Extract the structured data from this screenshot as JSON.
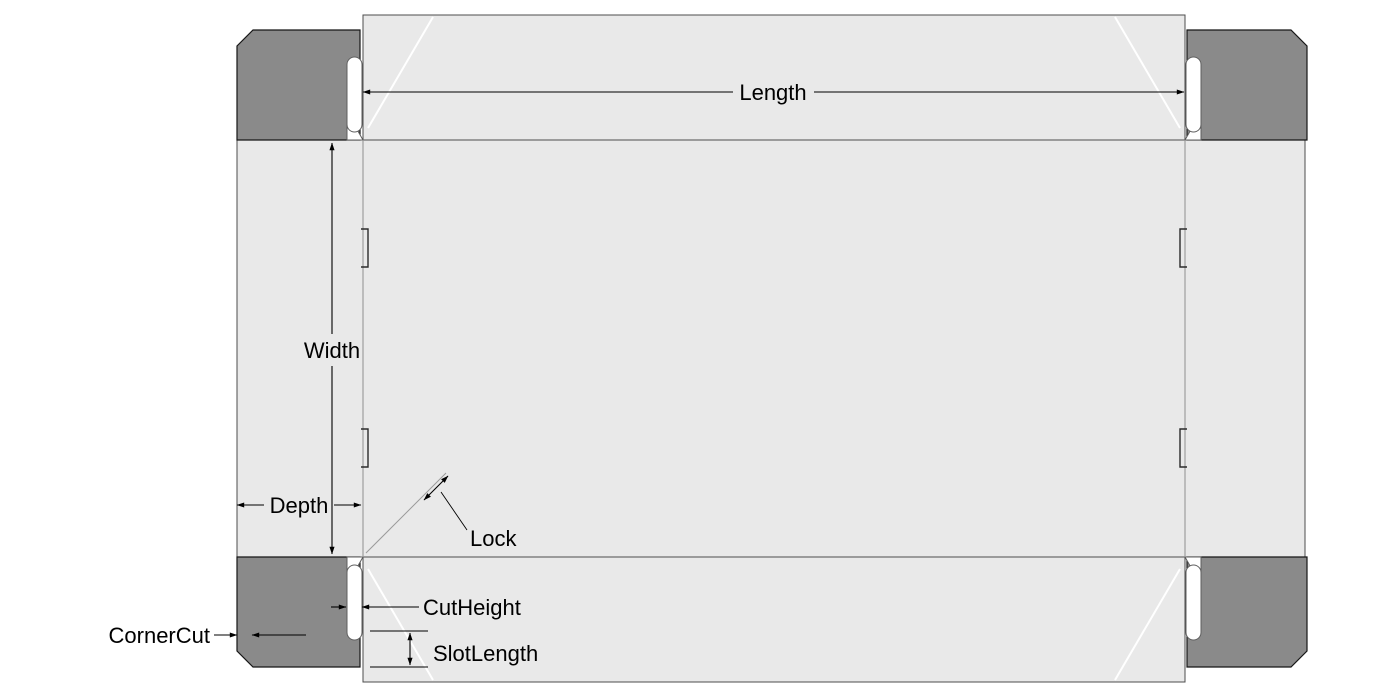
{
  "labels": {
    "length": "Length",
    "width": "Width",
    "depth": "Depth",
    "lock": "Lock",
    "cut_height": "CutHeight",
    "slot_length": "SlotLength",
    "corner_cut": "CornerCut"
  },
  "colors": {
    "background": "#ffffff",
    "panel_fill": "#e9e9e9",
    "corner_fill": "#8a8a8a",
    "slot_fill": "#ffffff"
  }
}
